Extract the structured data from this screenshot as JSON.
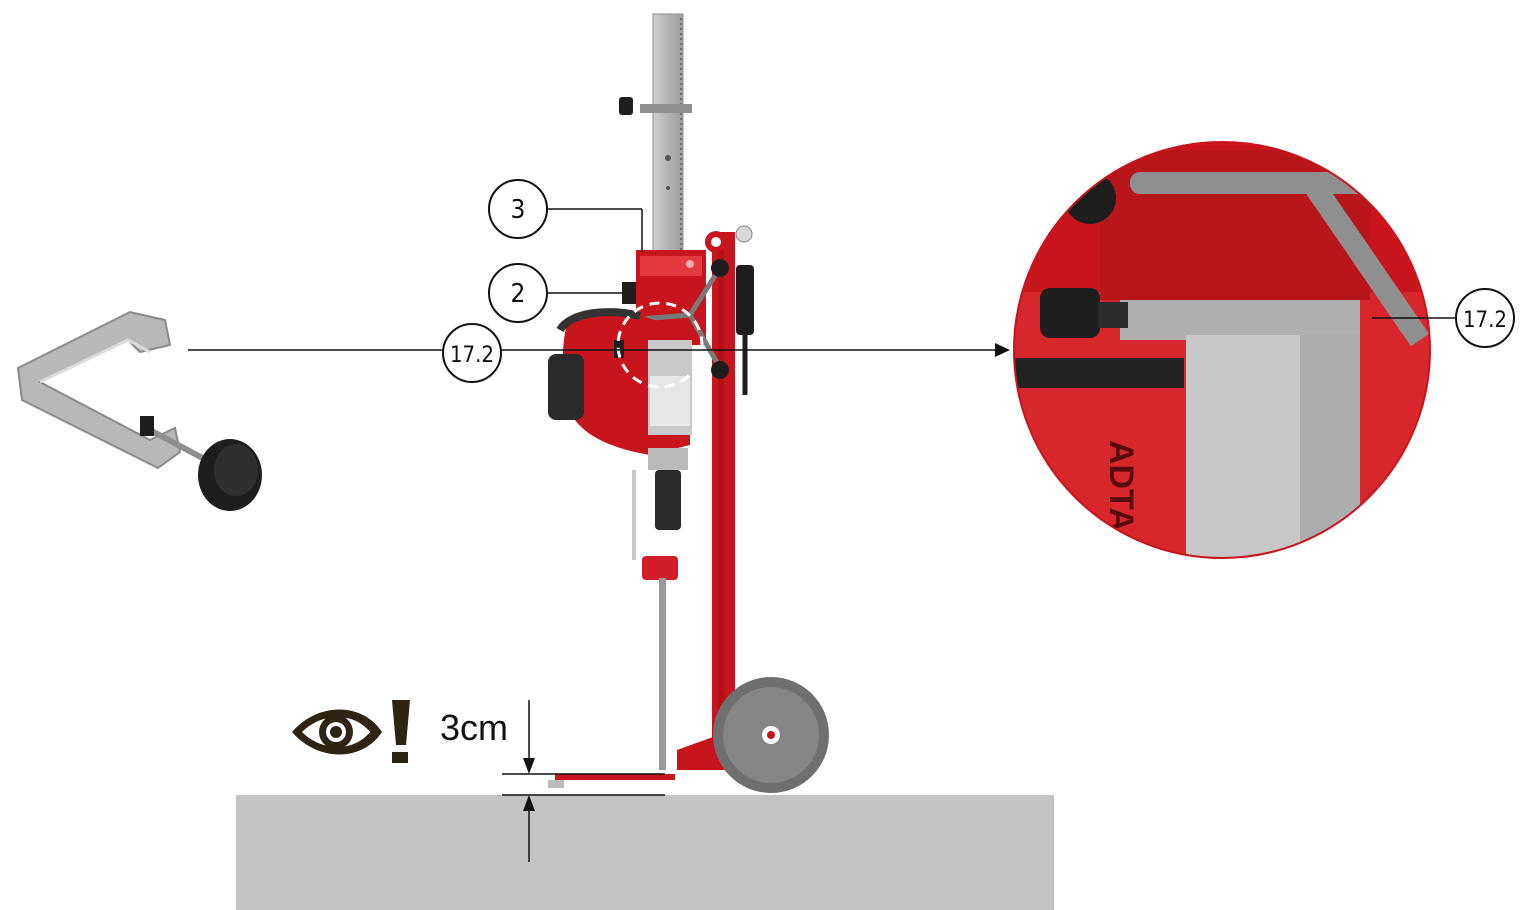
{
  "callouts": {
    "c3": "3",
    "c2": "2",
    "c17_main": "17.2",
    "c17_zoom": "17.2"
  },
  "dimension": {
    "label": "3cm"
  },
  "brand_mark": "ADTA",
  "colors": {
    "frame_red": "#c8141c",
    "dark_red": "#9b0d12",
    "steel": "#b9b9b9",
    "floor": "#c3c3c3",
    "warning_brown": "#2e2414",
    "knob_black": "#1e1e1e"
  },
  "icons": {
    "attention": "eye-icon",
    "warning": "exclamation-icon"
  }
}
